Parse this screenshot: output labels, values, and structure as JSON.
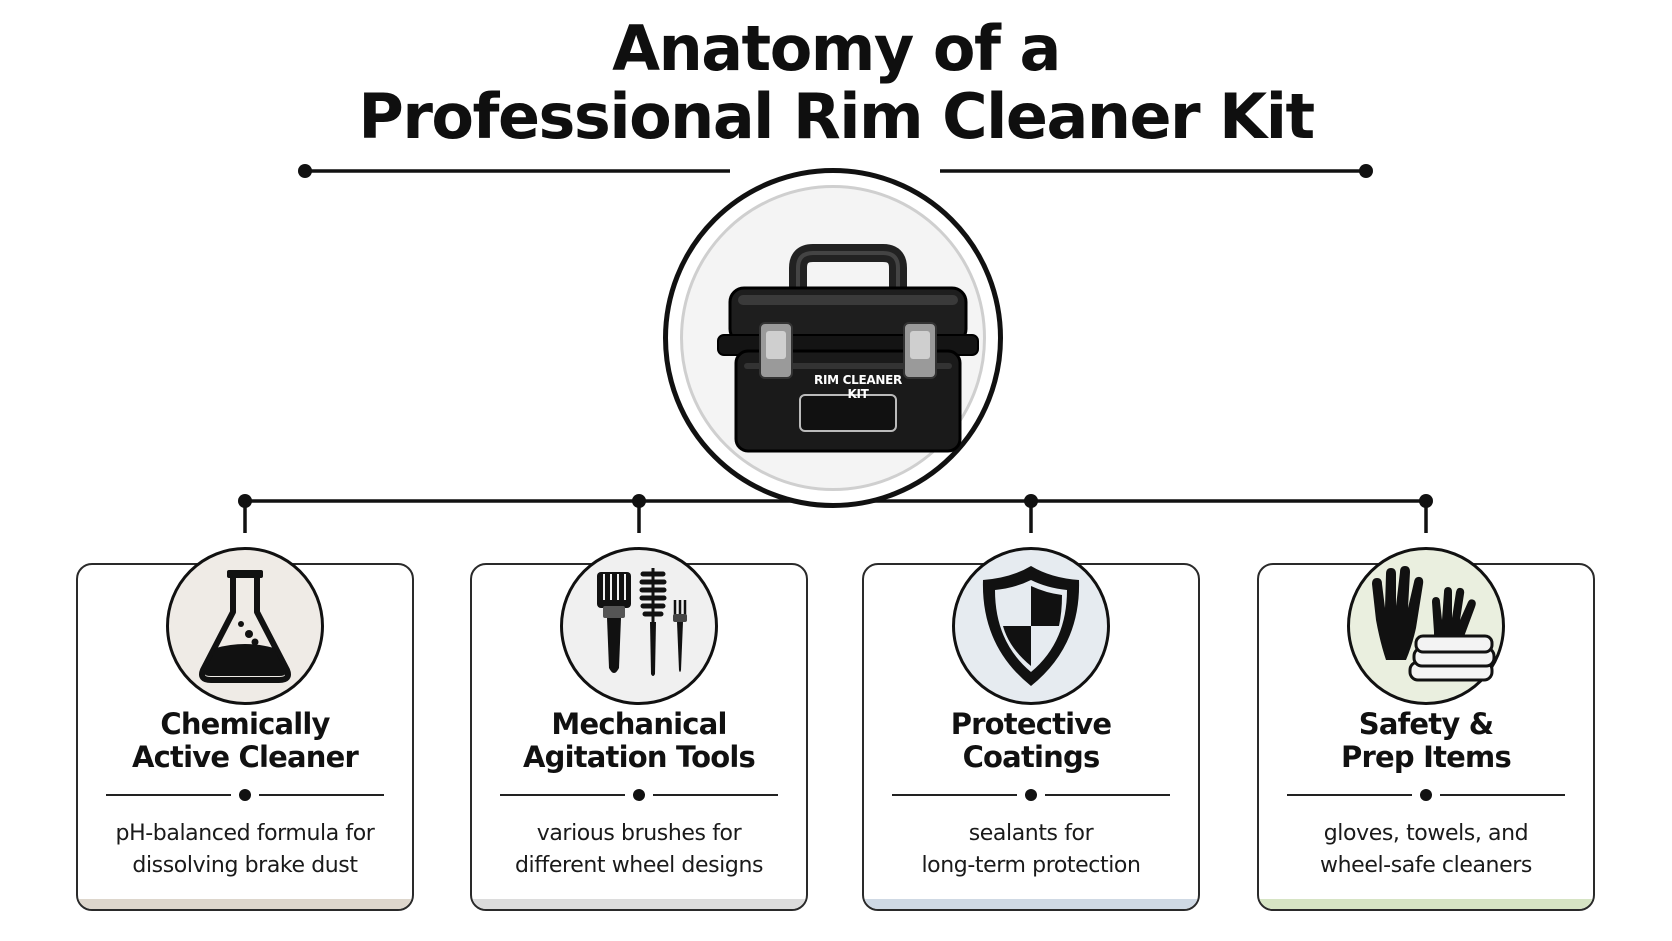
{
  "title": {
    "line1": "Anatomy of a",
    "line2": "Professional Rim Cleaner Kit"
  },
  "hub": {
    "label": "RIM CLEANER KIT",
    "icon": "toolbox-icon"
  },
  "components": [
    {
      "title_line1": "Chemically",
      "title_line2": "Active Cleaner",
      "desc_line1": "pH-balanced formula for",
      "desc_line2": "dissolving brake dust",
      "icon": "flask-icon",
      "tint": "#ddd6cc",
      "circle_bg": "#efebe6"
    },
    {
      "title_line1": "Mechanical",
      "title_line2": "Agitation Tools",
      "desc_line1": "various brushes for",
      "desc_line2": "different wheel designs",
      "icon": "brushes-icon",
      "tint": "#dcdcdc",
      "circle_bg": "#f0f0f0"
    },
    {
      "title_line1": "Protective",
      "title_line2": "Coatings",
      "desc_line1": "sealants for",
      "desc_line2": "long-term protection",
      "icon": "shield-icon",
      "tint": "#cfd9e4",
      "circle_bg": "#e6ebf0"
    },
    {
      "title_line1": "Safety &",
      "title_line2": "Prep Items",
      "desc_line1": "gloves, towels, and",
      "desc_line2": "wheel-safe cleaners",
      "icon": "gloves-towels-icon",
      "tint": "#d6e4c4",
      "circle_bg": "#eaefdf"
    }
  ]
}
